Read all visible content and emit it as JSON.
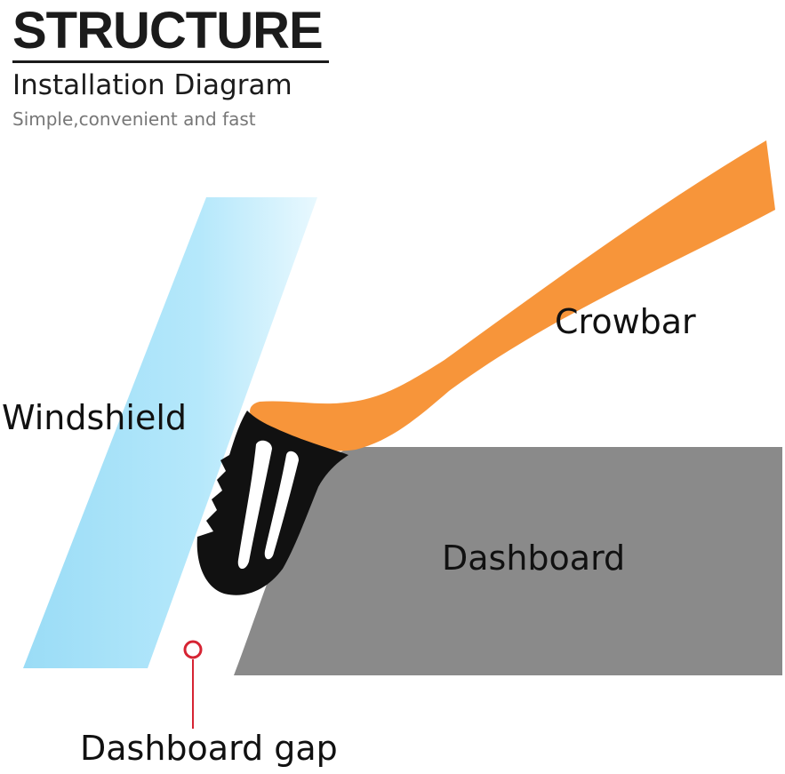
{
  "header": {
    "title": "STRUCTURE",
    "subtitle": "Installation Diagram",
    "tagline": "Simple,convenient and fast"
  },
  "labels": {
    "windshield": "Windshield",
    "crowbar": "Crowbar",
    "dashboard": "Dashboard",
    "dashboard_gap": "Dashboard gap"
  },
  "colors": {
    "windshield": "#9edff5",
    "crowbar": "#f7953a",
    "dashboard": "#8a8a8a",
    "clip": "#111111",
    "marker": "#d62433"
  }
}
